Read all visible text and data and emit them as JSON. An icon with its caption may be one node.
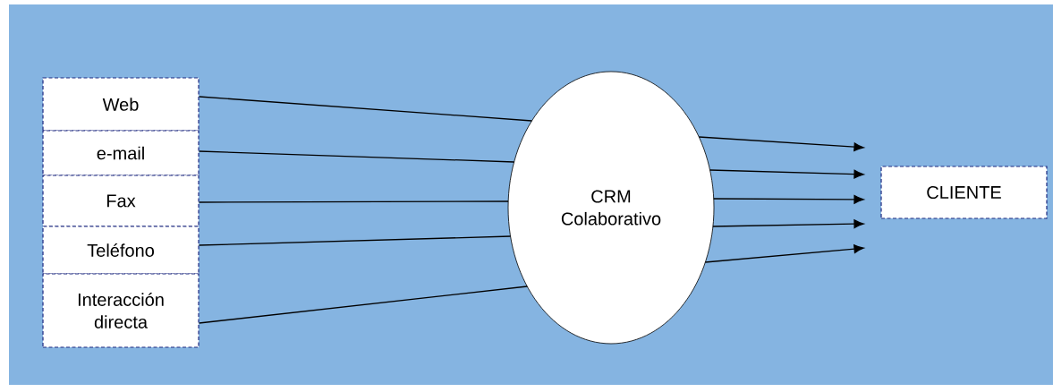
{
  "diagram": {
    "nodes": [
      {
        "text": [
          "Web"
        ]
      },
      {
        "text": [
          "e-mail"
        ]
      },
      {
        "text": [
          "Fax"
        ]
      },
      {
        "text": [
          "Teléfono"
        ]
      },
      {
        "text": [
          "Interacción directa"
        ]
      },
      {
        "text": [
          "CRM Colaborativo"
        ]
      },
      {
        "text": [
          "CLIENTE"
        ]
      }
    ],
    "edges": [
      {
        "from": 0,
        "to": 5,
        "arrow": "none"
      },
      {
        "from": 1,
        "to": 5,
        "arrow": "none"
      },
      {
        "from": 2,
        "to": 5,
        "arrow": "none"
      },
      {
        "from": 3,
        "to": 5,
        "arrow": "none"
      },
      {
        "from": 4,
        "to": 5,
        "arrow": "none"
      },
      {
        "from": 5,
        "to": 6,
        "arrow": "to"
      },
      {
        "from": 5,
        "to": 6,
        "arrow": "to"
      },
      {
        "from": 5,
        "to": 6,
        "arrow": "to"
      },
      {
        "from": 5,
        "to": 6,
        "arrow": "to"
      },
      {
        "from": 5,
        "to": 6,
        "arrow": "to"
      }
    ]
  }
}
